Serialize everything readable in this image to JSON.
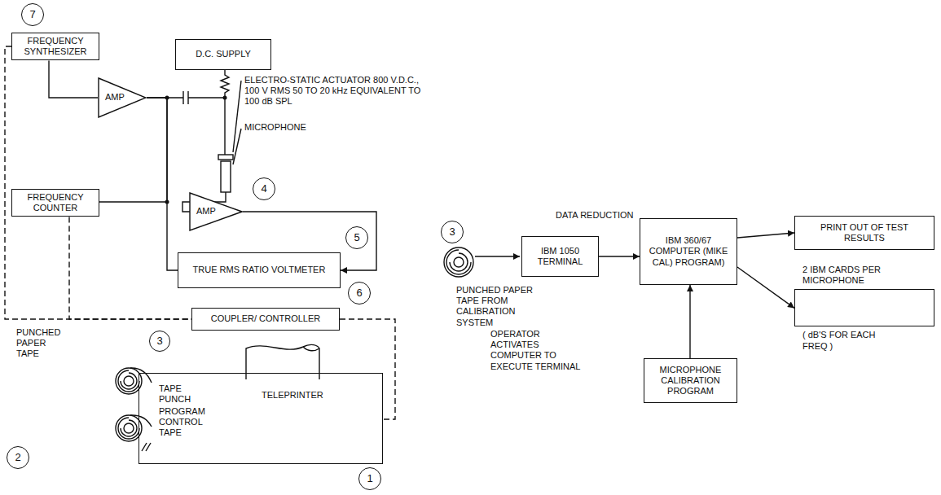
{
  "diagram": {
    "nodes": [
      {
        "text": [
          "7"
        ]
      },
      {
        "text": [
          "FREQUENCY SYNTHESIZER"
        ]
      },
      {
        "text": [
          "D.C. SUPPLY"
        ]
      },
      {
        "text": [
          "AMP"
        ]
      },
      {
        "text": [
          "FREQUENCY COUNTER"
        ]
      },
      {
        "text": [
          "4"
        ]
      },
      {
        "text": [
          "AMP"
        ]
      },
      {
        "text": [
          "5"
        ]
      },
      {
        "text": [
          "TRUE RMS RATIO VOLTMETER"
        ]
      },
      {
        "text": [
          "6"
        ]
      },
      {
        "text": [
          "COUPLER/ CONTROLLER"
        ]
      },
      {
        "text": [
          "3"
        ]
      },
      {
        "text": [
          "2"
        ]
      },
      {
        "text": [
          "TAPE PUNCH",
          "PROGRAM CONTROL TAPE",
          "TELEPRINTER"
        ]
      },
      {
        "text": [
          "1"
        ]
      },
      {
        "text": [
          "3"
        ]
      },
      {
        "text": [
          "IBM 1050 TERMINAL"
        ]
      },
      {
        "text": [
          "IBM 360/67 COMPUTER (MIKE CAL) PROGRAM)"
        ]
      },
      {
        "text": [
          "MICROPHONE CALIBRATION PROGRAM"
        ]
      },
      {
        "text": [
          "PRINT OUT OF TEST RESULTS"
        ]
      },
      {
        "text": [
          "2 IBM CARDS PER MICROPHONE",
          "( dB'S FOR EACH FREQ )"
        ]
      }
    ],
    "edges": [
      {
        "from": 1,
        "to": 3,
        "arrow": "none"
      },
      {
        "from": 3,
        "to": 4,
        "arrow": "none"
      },
      {
        "from": 3,
        "to": 8,
        "arrow": "none"
      },
      {
        "from": 6,
        "to": 8,
        "arrow": "to"
      },
      {
        "from": 1,
        "to": 10,
        "arrow": "none"
      },
      {
        "from": 4,
        "to": 10,
        "arrow": "none"
      },
      {
        "from": 10,
        "to": 13,
        "arrow": "none"
      },
      {
        "from": 16,
        "to": 17,
        "arrow": "to"
      },
      {
        "from": 17,
        "to": 19,
        "arrow": "to"
      },
      {
        "from": 17,
        "to": 20,
        "arrow": "to"
      },
      {
        "from": 18,
        "to": 17,
        "arrow": "to"
      }
    ],
    "labels": [
      "ELECTRO-STATIC ACTUATOR 800 V.D.C., 100 V RMS 50 TO 20 kHz EQUIVALENT TO 100 dB SPL",
      "MICROPHONE",
      "PUNCHED PAPER TAPE",
      "DATA REDUCTION",
      "PUNCHED PAPER TAPE FROM CALIBRATION SYSTEM",
      "OPERATOR ACTIVATES COMPUTER TO EXECUTE TERMINAL"
    ]
  }
}
